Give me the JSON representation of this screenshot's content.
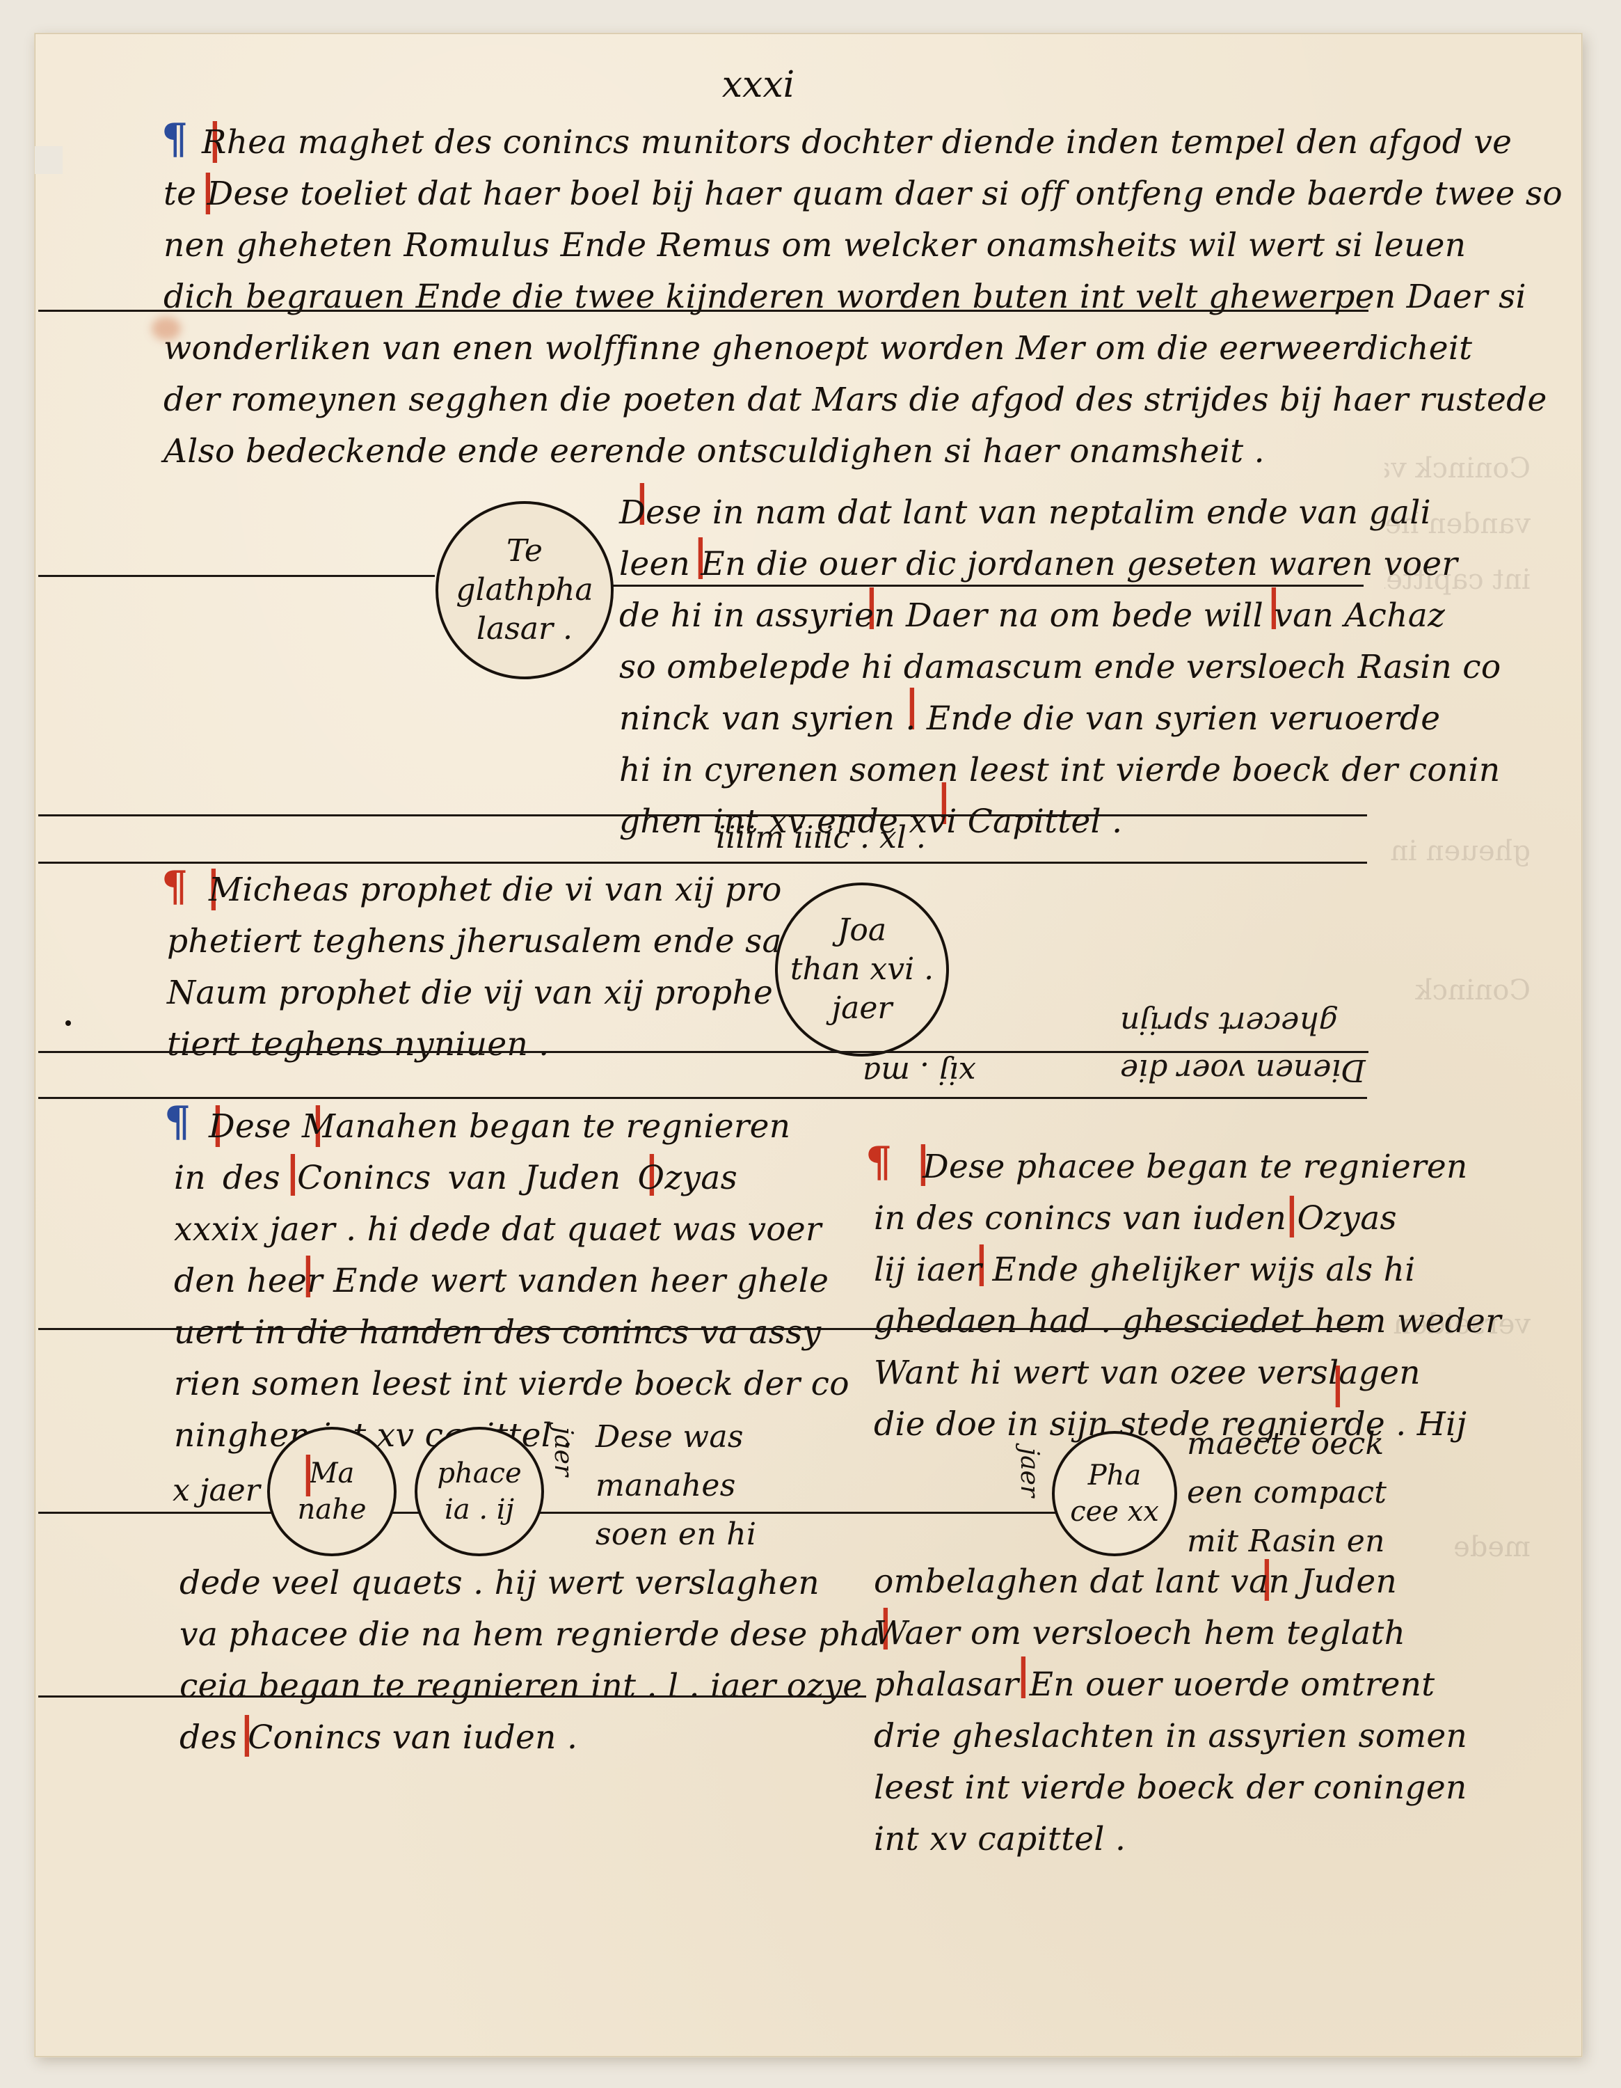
{
  "folio": "xxxi",
  "sections": {
    "intro": [
      "Rhea maghet des conincs munitors dochter diende inden tempel den afgod ve",
      "te Dese toeliet dat haer boel bij haer quam daer si off ontfeng ende baerde twee so",
      "nen gheheten Romulus Ende Remus om welcker onamsheits wil wert si leuen",
      "dich begrauen Ende die twee kijnderen worden buten int velt ghewerpen Daer si",
      "wonderliken van enen wolffinne ghenoept worden Mer om die eerweerdicheit",
      "der romeynen segghen die poeten dat Mars die afgod des strijdes bij haer rustede",
      "Also bedeckende ende eerende ontsculdighen si haer onamsheit ."
    ],
    "teglathphalasar": {
      "roundel": [
        "Te",
        "glathpha",
        "lasar ."
      ],
      "lines": [
        "Dese in nam dat lant van neptalim ende van gali",
        "leen En die ouer dic jordanen geseten waren voer",
        "de hi in assyrien Daer na om bede will van Achaz",
        "so ombelepde hi damascum ende versloech Rasin co",
        "ninck van syrien . Ende die van syrien veruoerde",
        "hi in cyrenen somen leest int vierde boeck der conin",
        "ghen int xv ende xvi Capittel ."
      ]
    },
    "year_header": "iiiim iiiic . xl .",
    "micheas": {
      "lines": [
        "Micheas prophet die vi van xij pro",
        "phetiert teghens jherusalem ende samarien",
        "Naum prophet die vij van xij prophe",
        "tiert teghens nyniuen ."
      ],
      "roundel": [
        "Joa",
        "than xvi .",
        "jaer"
      ]
    },
    "mirrored_line_1": "ghecert sprijn",
    "mirrored_line_2": "Dienen voer die",
    "lower_header": "xij . ma",
    "manahem": {
      "lines_top": [
        "Dese Manahen began te regnieren",
        "in des Conincs van Juden Ozyas",
        "xxxix jaer . hi dede dat quaet was voer",
        "den heer Ende wert vanden heer ghele",
        "uert in die handen des conincs va assy",
        "rien somen leest int vierde boeck der co",
        "ninghen int xv capittel ."
      ],
      "label_x_jaer": "x jaer",
      "roundel_a": [
        "Ma",
        "nahe"
      ],
      "roundel_b": [
        "phace",
        "ia . ij"
      ],
      "vertical_jaer": "jaer",
      "side_lines": [
        "Dese was",
        "manahes",
        "soen en hi"
      ],
      "lines_bottom": [
        "dede veel quaets . hij wert verslaghen",
        "va phacee die na hem regnierde dese pha",
        "ceia began te regnieren int . l . iaer ozye",
        "des Conincs van iuden ."
      ]
    },
    "phacee": {
      "lines_top": [
        "Dese phacee began te regnieren",
        "in des conincs van iuden Ozyas",
        "lij iaer Ende ghelijker wijs als hi",
        "ghedaen had . ghesciedet hem weder",
        "Want hi wert van ozee verslagen",
        "die doe in sijn stede regnierde . Hij"
      ],
      "vertical_jaer": "jaer",
      "roundel": [
        "Pha",
        "cee xx"
      ],
      "side_lines": [
        "maecte oeck",
        "een compact",
        "mit Rasin en"
      ],
      "lines_bottom": [
        "ombelaghen dat lant van Juden",
        "Waer om versloech hem teglath",
        "phalasar En ouer uoerde omtrent",
        "drie gheslachten in assyrien somen",
        "leest int vierde boeck der coningen",
        "int xv capittel ."
      ]
    }
  },
  "colors": {
    "paper": "#f1e6d2",
    "ink": "#17110c",
    "rubric_red": "#c8331f",
    "rubric_blue": "#2b4c9c"
  }
}
